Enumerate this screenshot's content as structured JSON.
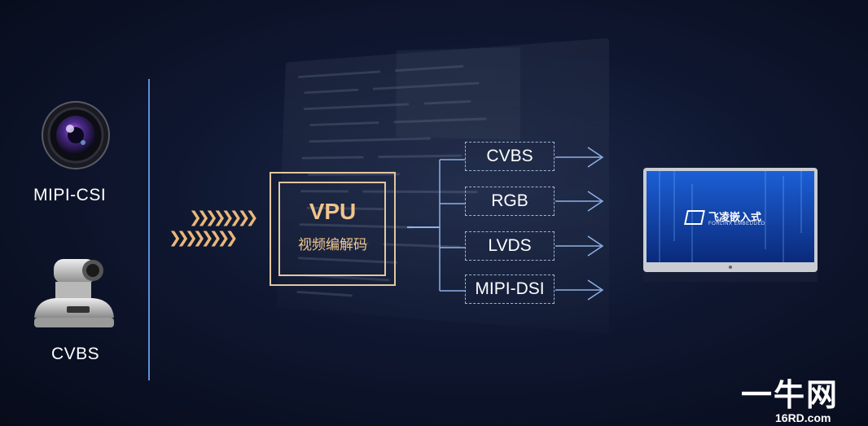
{
  "sources": {
    "mipi_csi_label": "MIPI-CSI",
    "cvbs_label": "CVBS"
  },
  "processor": {
    "title": "VPU",
    "subtitle": "视频编解码"
  },
  "outputs": [
    {
      "label": "CVBS"
    },
    {
      "label": "RGB"
    },
    {
      "label": "LVDS"
    },
    {
      "label": "MIPI-DSI"
    }
  ],
  "display": {
    "brand_cn": "飞凌嵌入式",
    "brand_en": "FORLINX EMBEDDED"
  },
  "watermark": {
    "cn": "一牛网",
    "url": "16RD.com"
  },
  "colors": {
    "accent_gold": "#f0c48a",
    "line_blue": "#5f8fd6",
    "arrow_blue": "#8fb0e6"
  }
}
